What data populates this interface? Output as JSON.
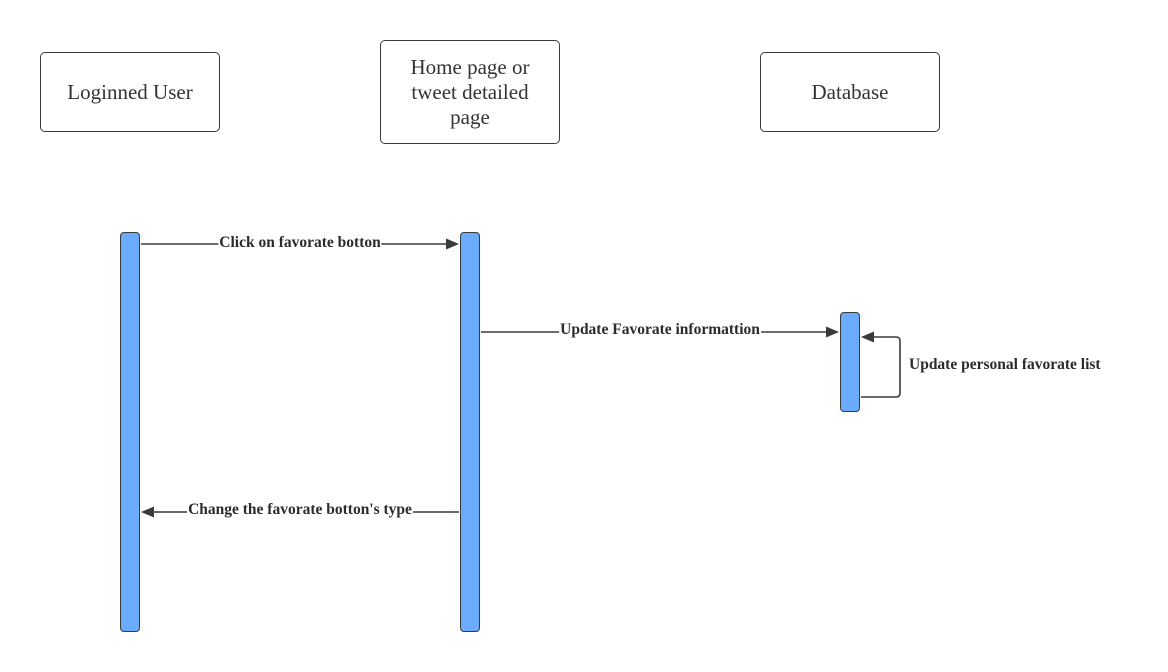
{
  "actors": {
    "user": "Loginned User",
    "page": "Home page or tweet detailed page",
    "database": "Database"
  },
  "messages": {
    "click_favorate": "Click on favorate botton",
    "update_favorate": "Update Favorate informattion",
    "update_personal": "Update personal favorate list",
    "change_type": "Change the favorate botton's type"
  },
  "colors": {
    "activation_fill": "#6aabfb",
    "line": "#3a3a3a"
  }
}
